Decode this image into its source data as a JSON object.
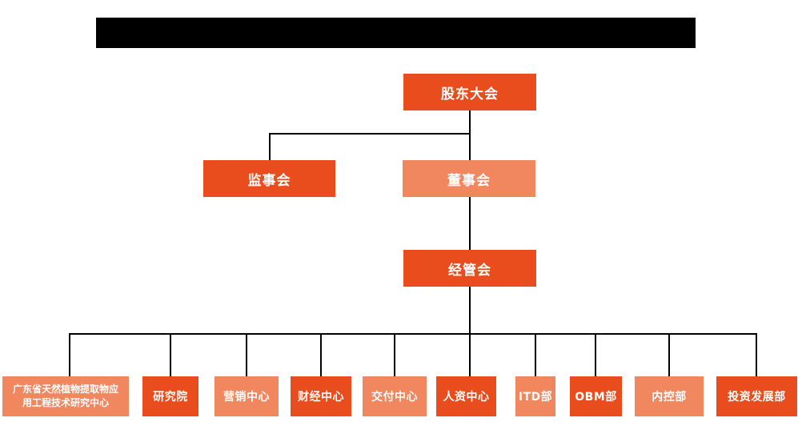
{
  "page": {
    "background": "#ffffff",
    "redacted_title_bar": {
      "description": "solid black bar hiding the chart title",
      "color": "#000000"
    }
  },
  "colors": {
    "dark_orange": "#E94C1D",
    "light_orange": "#F0875E",
    "line_black": "#000000",
    "text_white": "#ffffff",
    "redacted": "#000000"
  },
  "org_chart": {
    "type": "organizational-tree",
    "root": {
      "label": "股东大会",
      "tone": "dark",
      "children": [
        {
          "label": "监事会",
          "tone": "dark"
        },
        {
          "label": "董事会",
          "tone": "light",
          "children": [
            {
              "label": "经管会",
              "tone": "dark",
              "children": [
                {
                  "label": "广东省天然植物提取物应用工程技术研究中心",
                  "tone": "light"
                },
                {
                  "label": "研究院",
                  "tone": "dark"
                },
                {
                  "label": "营销中心",
                  "tone": "light"
                },
                {
                  "label": "财经中心",
                  "tone": "dark"
                },
                {
                  "label": "交付中心",
                  "tone": "light"
                },
                {
                  "label": "人资中心",
                  "tone": "dark"
                },
                {
                  "label": "ITD部",
                  "tone": "light"
                },
                {
                  "label": "OBM部",
                  "tone": "dark"
                },
                {
                  "label": "内控部",
                  "tone": "light"
                },
                {
                  "label": "投资发展部",
                  "tone": "dark"
                }
              ]
            }
          ]
        }
      ]
    }
  }
}
